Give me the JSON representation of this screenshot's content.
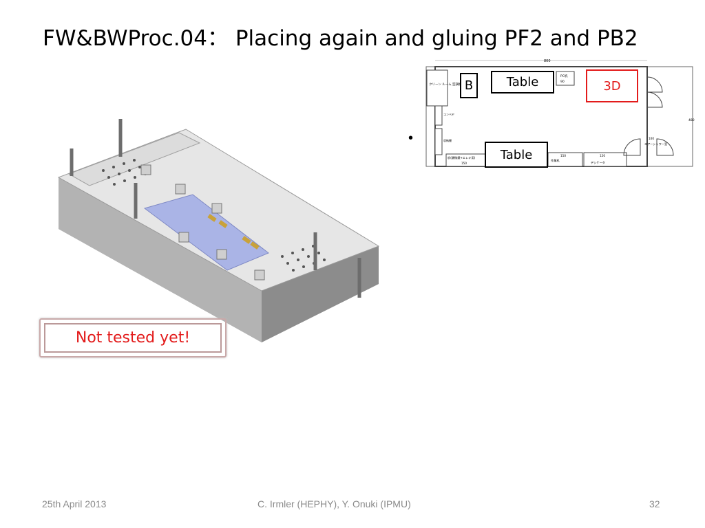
{
  "slide": {
    "title": "FW&BWProc.04： Placing again and gluing PF2 and PB2",
    "note": "Not tested yet!",
    "bullet": "•",
    "plan_labels": {
      "b": "B",
      "table1": "Table",
      "three_d": "3D",
      "table2": "Table"
    },
    "plan_annotations": {
      "dim_top": "800",
      "dim_right": "480",
      "clean_room": "クリーン ルーム 空調機器",
      "pc": "PC机",
      "pc_dim": "90",
      "left_side_1": "コンベヤ",
      "left_side_2": "収納棚",
      "bottom_left": "机(顕微鏡+エレキ用)",
      "bottom_left_dim": "150",
      "work_desk": "作業机",
      "work_desk_dim": "150",
      "desiccator": "デシケータ",
      "desiccator_dim": "120",
      "air_shower": "エアーシャワー室",
      "air_shower_dim": "100"
    },
    "colors": {
      "accent_red": "#e31b1b",
      "plate_blue": "#aab4e6",
      "metal": "#c9c9c9"
    }
  },
  "footer": {
    "date": "25th April 2013",
    "authors": "C. Irmler (HEPHY), Y. Onuki (IPMU)",
    "page": "32"
  }
}
